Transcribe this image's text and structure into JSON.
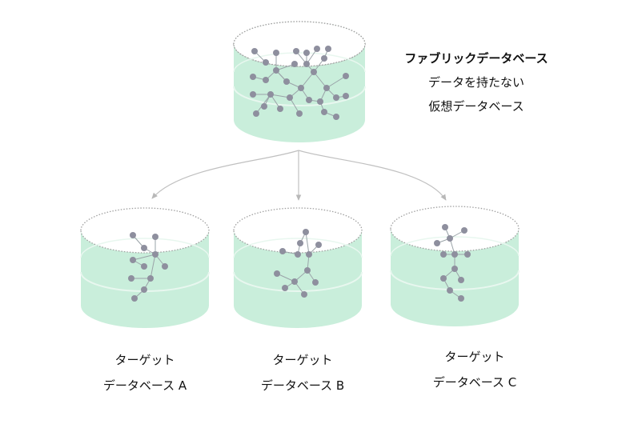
{
  "fabric": {
    "title": "ファブリックデータベース",
    "line2": "データを持たない",
    "line3": "仮想データベース"
  },
  "targets": [
    {
      "line1": "ターゲット",
      "line2": "データベース A"
    },
    {
      "line1": "ターゲット",
      "line2": "データベース B"
    },
    {
      "line1": "ターゲット",
      "line2": "データベース C"
    }
  ],
  "colors": {
    "cylinder_fill": "#c9eedb",
    "node": "#8e8f9e",
    "edge": "#9aa3a8",
    "arrow": "#b8b8b8",
    "rim": "#a0a0a0"
  }
}
